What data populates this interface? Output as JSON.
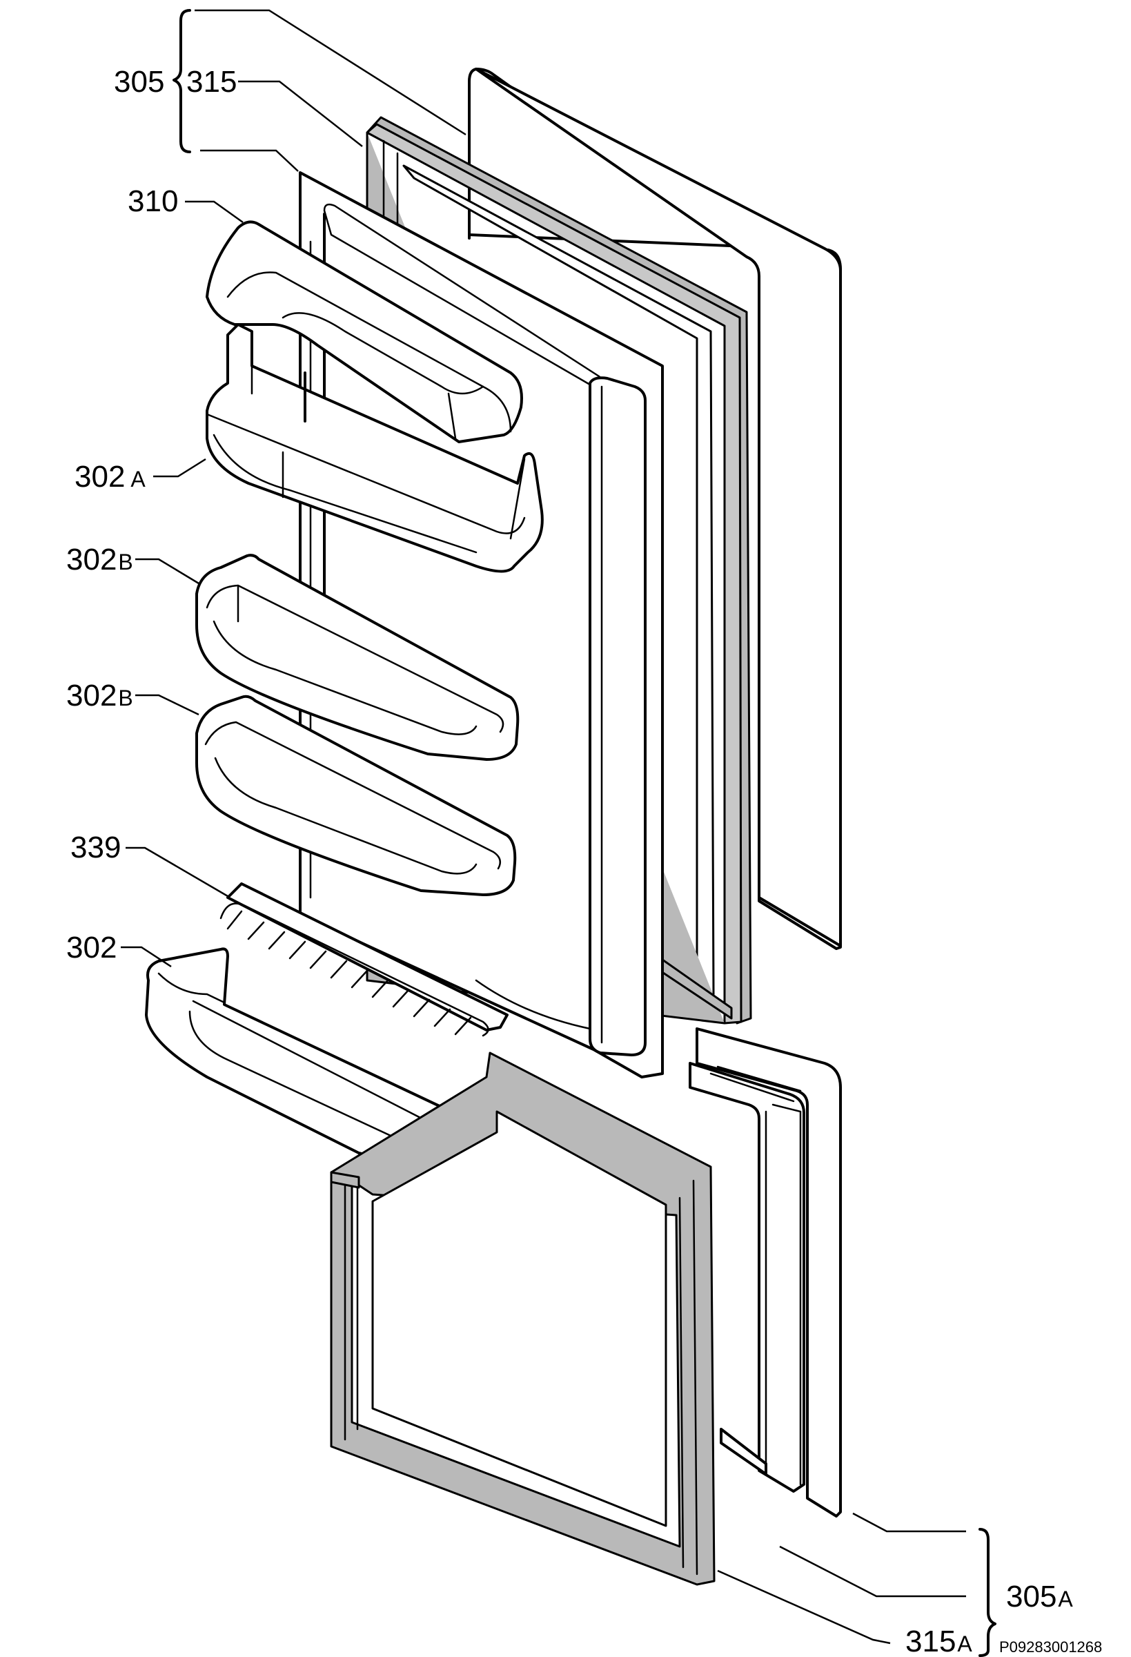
{
  "labels": {
    "l305": "305",
    "l315": "315",
    "l310": "310",
    "l302a": "302",
    "l302a_suffix": "A",
    "l302b1": "302",
    "l302b1_suffix": "B",
    "l302b2": "302",
    "l302b2_suffix": "B",
    "l339": "339",
    "l302": "302",
    "l305a": "305",
    "l305a_suffix": "A",
    "l315a": "315",
    "l315a_suffix": "A"
  },
  "drawing_code": "P09283001268"
}
